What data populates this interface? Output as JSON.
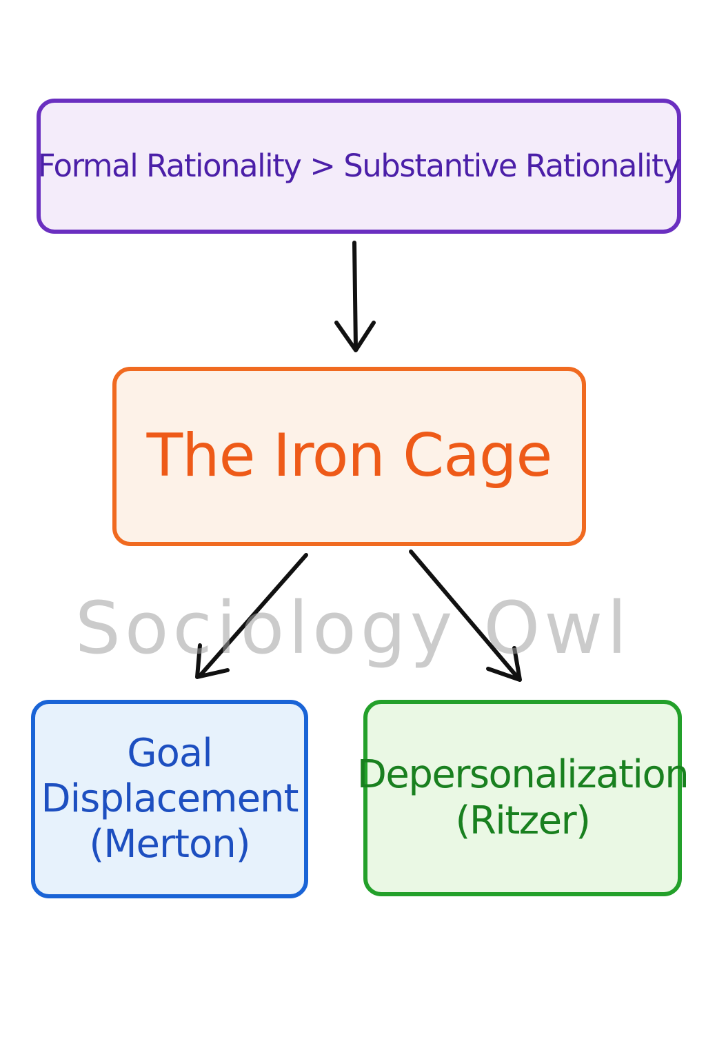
{
  "nodes": {
    "top": {
      "text": "Formal Rationality > Substantive Rationality",
      "color": "#6a2fc0"
    },
    "middle": {
      "text": "The Iron Cage",
      "color": "#f06a20"
    },
    "left": {
      "lines": [
        "Goal",
        "Displacement",
        "(Merton)"
      ],
      "color": "#1a64d6"
    },
    "right": {
      "lines": [
        "Depersonalization",
        "(Ritzer)"
      ],
      "color": "#23a02a"
    }
  },
  "edges": [
    {
      "from": "top",
      "to": "middle"
    },
    {
      "from": "middle",
      "to": "left"
    },
    {
      "from": "middle",
      "to": "right"
    }
  ],
  "watermark": "Sociology Owl"
}
